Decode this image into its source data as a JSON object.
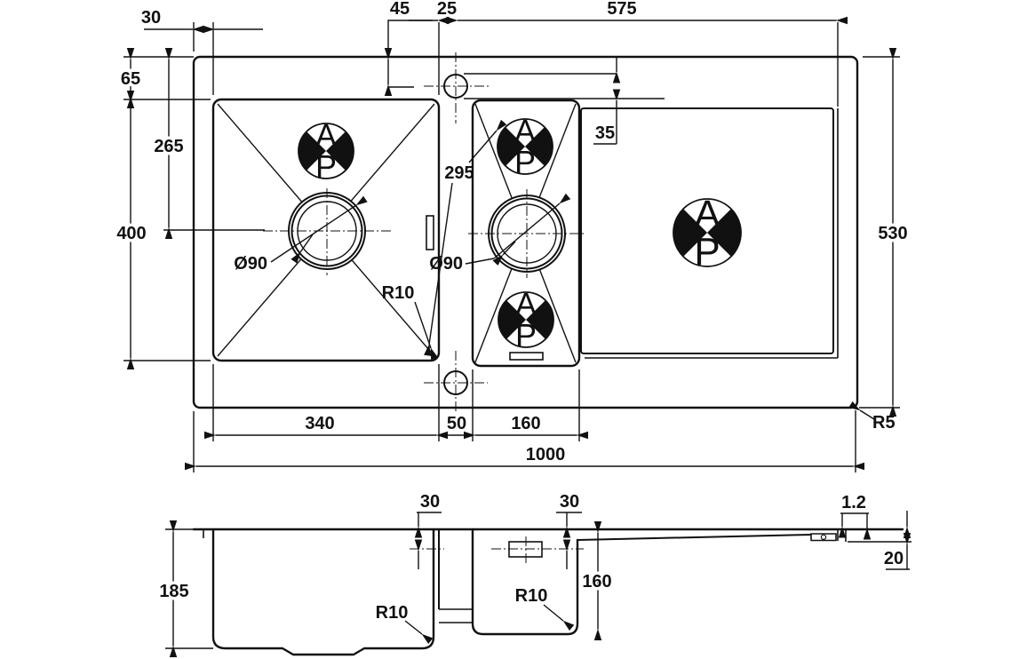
{
  "drawing": {
    "type": "sink technical drawing, plan and section views",
    "plan_dims": {
      "edge_offset": "30",
      "tap_setback": "45",
      "tap_offset": "25",
      "tap_to_right": "575",
      "rim_to_bowl": "65",
      "bowl_center": "265",
      "bowl_front_back": "400",
      "overall_front_back": "530",
      "ledge_step": "35",
      "diagonal_ref": "295",
      "main_drain": "Ø90",
      "half_drain": "Ø90",
      "bowl_radius": "R10",
      "rim_radius": "R5",
      "main_bowl_width": "340",
      "divider": "50",
      "half_bowl_width": "160",
      "overall_width": "1000"
    },
    "section_dims": {
      "main_overflow": "30",
      "half_overflow": "30",
      "sheet_thickness": "1.2",
      "drainer_lip": "20",
      "main_depth": "185",
      "half_depth": "160",
      "main_radius": "R10",
      "half_radius": "R10"
    },
    "ap_symbol": {
      "top": "A",
      "bottom": "P"
    }
  }
}
